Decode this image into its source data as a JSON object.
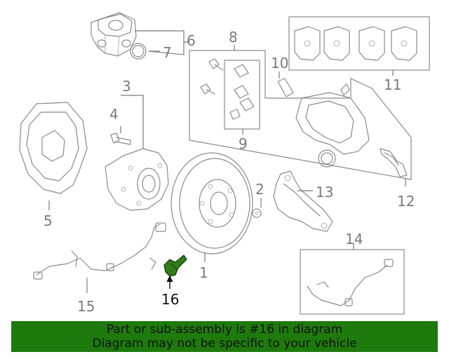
{
  "diagram": {
    "callouts": {
      "c1": "1",
      "c2": "2",
      "c3": "3",
      "c4": "4",
      "c5": "5",
      "c6": "6",
      "c7": "7",
      "c8": "8",
      "c9": "9",
      "c10": "10",
      "c11": "11",
      "c12": "12",
      "c13": "13",
      "c14": "14",
      "c15": "15",
      "c16": "16"
    },
    "highlight_color": "#2f7d18",
    "banner_color": "#1e7a0c"
  },
  "banner": {
    "line1": "Part or sub-assembly is #16 in diagram",
    "line2": "Diagram may not be specific to your vehicle"
  }
}
